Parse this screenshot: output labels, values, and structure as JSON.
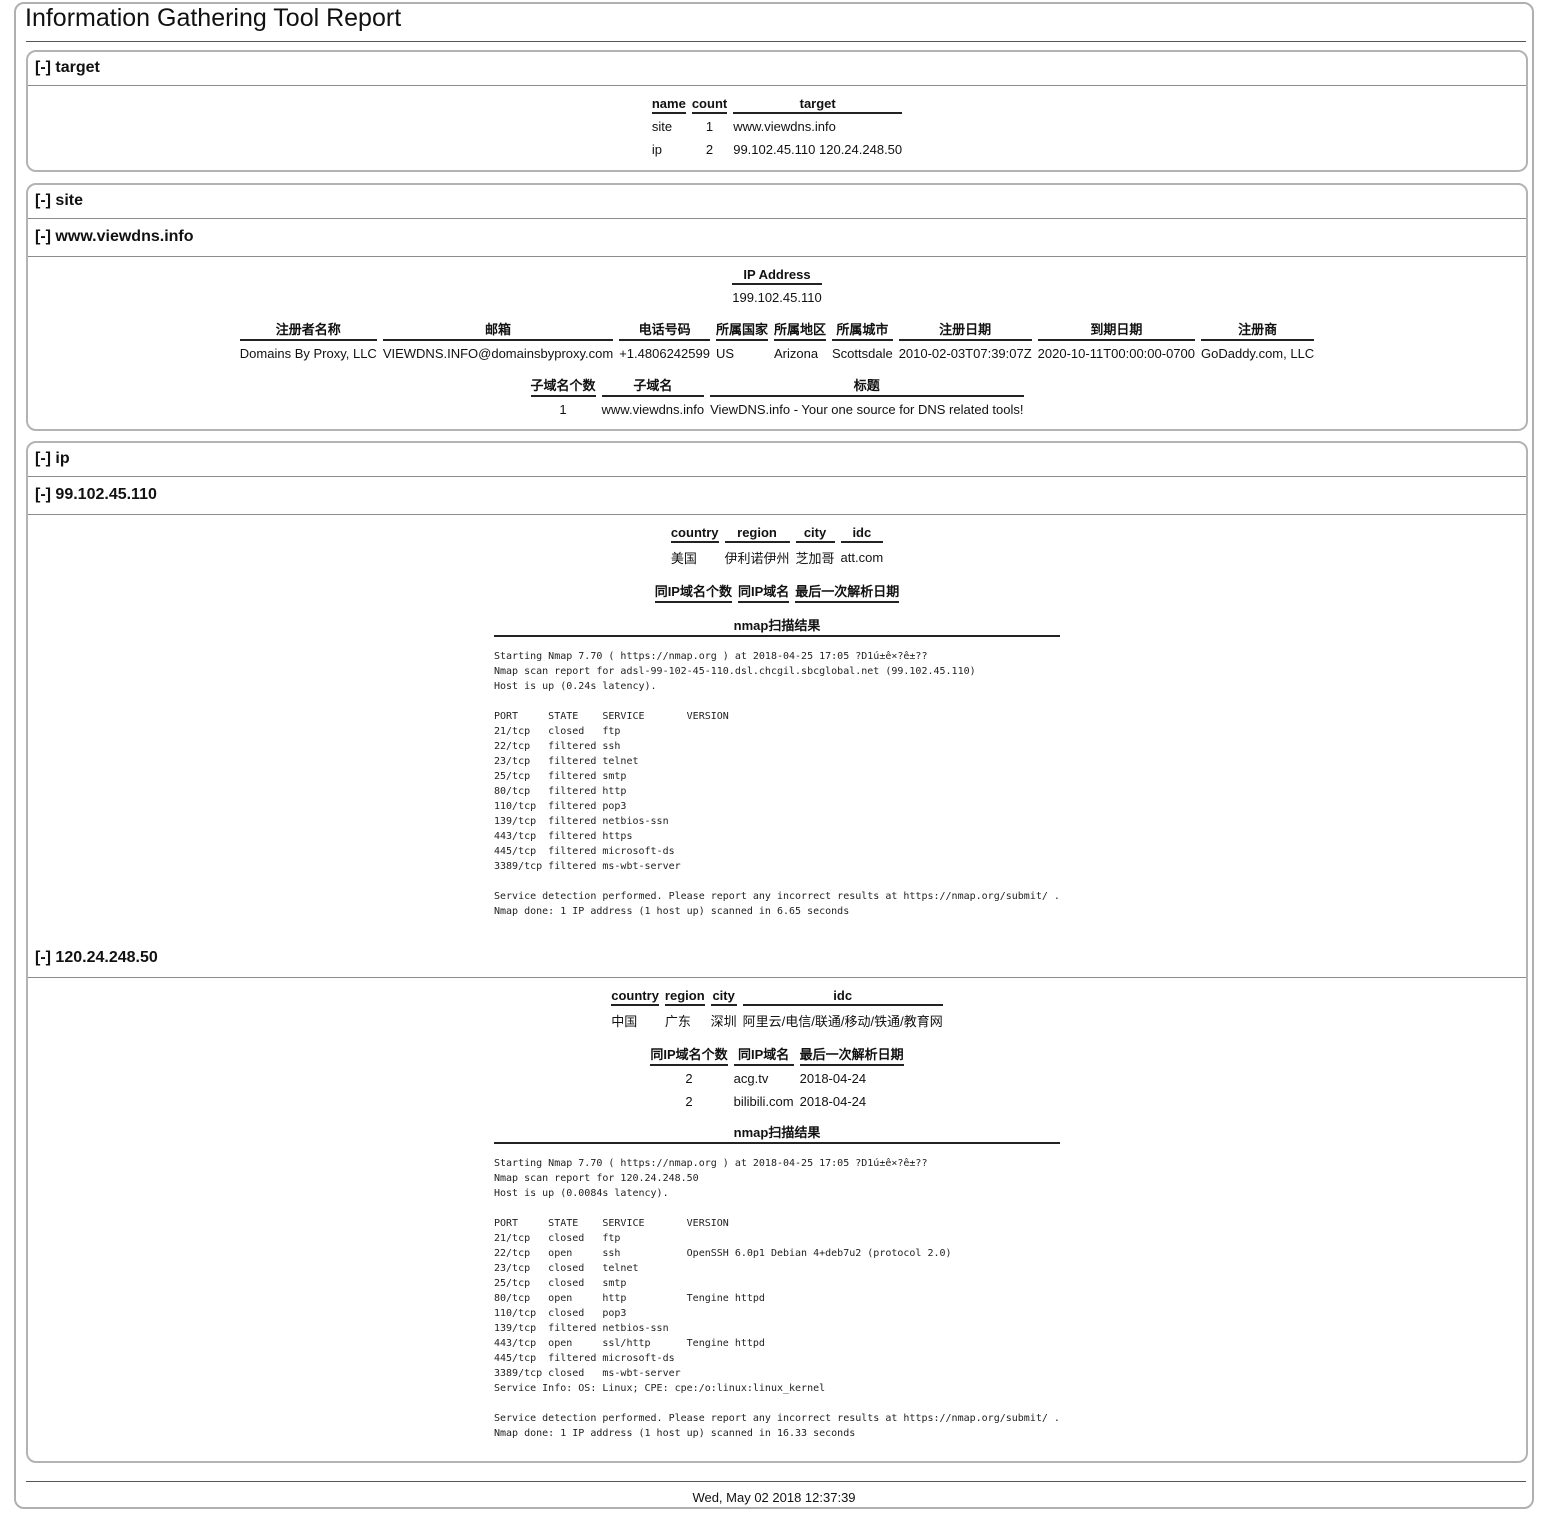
{
  "report_title": "Information Gathering Tool Report",
  "sections": {
    "target": {
      "header": "[-] target",
      "columns": [
        "name",
        "count",
        "target"
      ],
      "rows": [
        [
          "site",
          "1",
          "www.viewdns.info"
        ],
        [
          "ip",
          "2",
          "99.102.45.110 120.24.248.50"
        ]
      ]
    },
    "site": {
      "header": "[-] site",
      "host_header": "[-] www.viewdns.info",
      "ip_table": {
        "columns": [
          "IP Address"
        ],
        "rows": [
          [
            "199.102.45.110"
          ]
        ]
      },
      "whois_table": {
        "columns": [
          "注册者名称",
          "邮箱",
          "电话号码",
          "所属国家",
          "所属地区",
          "所属城市",
          "注册日期",
          "到期日期",
          "注册商"
        ],
        "rows": [
          [
            "Domains By Proxy, LLC",
            "VIEWDNS.INFO@domainsbyproxy.com",
            "+1.4806242599",
            "US",
            "Arizona",
            "Scottsdale",
            "2010-02-03T07:39:07Z",
            "2020-10-11T00:00:00-0700",
            "GoDaddy.com, LLC"
          ]
        ]
      },
      "subdomain_table": {
        "columns": [
          "子域名个数",
          "子域名",
          "标题"
        ],
        "rows": [
          [
            "1",
            "www.viewdns.info",
            "ViewDNS.info - Your one source for DNS related tools!"
          ]
        ]
      }
    },
    "ip": {
      "header": "[-] ip",
      "hosts": [
        {
          "header": "[-] 99.102.45.110",
          "geo": {
            "columns": [
              "country",
              "region",
              "city",
              "idc"
            ],
            "rows": [
              [
                "美国",
                "伊利诺伊州",
                "芝加哥",
                "att.com"
              ]
            ]
          },
          "same_ip": {
            "columns": [
              "同IP域名个数",
              "同IP域名",
              "最后一次解析日期"
            ],
            "rows": []
          },
          "nmap_title": "nmap扫描结果",
          "nmap_output": "Starting Nmap 7.70 ( https://nmap.org ) at 2018-04-25 17:05 ?D1ú±ê×?ê±??\nNmap scan report for adsl-99-102-45-110.dsl.chcgil.sbcglobal.net (99.102.45.110)\nHost is up (0.24s latency).\n\nPORT     STATE    SERVICE       VERSION\n21/tcp   closed   ftp\n22/tcp   filtered ssh\n23/tcp   filtered telnet\n25/tcp   filtered smtp\n80/tcp   filtered http\n110/tcp  filtered pop3\n139/tcp  filtered netbios-ssn\n443/tcp  filtered https\n445/tcp  filtered microsoft-ds\n3389/tcp filtered ms-wbt-server\n\nService detection performed. Please report any incorrect results at https://nmap.org/submit/ .\nNmap done: 1 IP address (1 host up) scanned in 6.65 seconds"
        },
        {
          "header": "[-] 120.24.248.50",
          "geo": {
            "columns": [
              "country",
              "region",
              "city",
              "idc"
            ],
            "rows": [
              [
                "中国",
                "广东",
                "深圳",
                "阿里云/电信/联通/移动/铁通/教育网"
              ]
            ]
          },
          "same_ip": {
            "columns": [
              "同IP域名个数",
              "同IP域名",
              "最后一次解析日期"
            ],
            "rows": [
              [
                "2",
                "acg.tv",
                "2018-04-24"
              ],
              [
                "2",
                "bilibili.com",
                "2018-04-24"
              ]
            ]
          },
          "nmap_title": "nmap扫描结果",
          "nmap_output": "Starting Nmap 7.70 ( https://nmap.org ) at 2018-04-25 17:05 ?D1ú±ê×?ê±??\nNmap scan report for 120.24.248.50\nHost is up (0.0084s latency).\n\nPORT     STATE    SERVICE       VERSION\n21/tcp   closed   ftp\n22/tcp   open     ssh           OpenSSH 6.0p1 Debian 4+deb7u2 (protocol 2.0)\n23/tcp   closed   telnet\n25/tcp   closed   smtp\n80/tcp   open     http          Tengine httpd\n110/tcp  closed   pop3\n139/tcp  filtered netbios-ssn\n443/tcp  open     ssl/http      Tengine httpd\n445/tcp  filtered microsoft-ds\n3389/tcp closed   ms-wbt-server\nService Info: OS: Linux; CPE: cpe:/o:linux:linux_kernel\n\nService detection performed. Please report any incorrect results at https://nmap.org/submit/ .\nNmap done: 1 IP address (1 host up) scanned in 16.33 seconds"
        }
      ]
    }
  },
  "footer": "Wed, May 02 2018 12:37:39"
}
